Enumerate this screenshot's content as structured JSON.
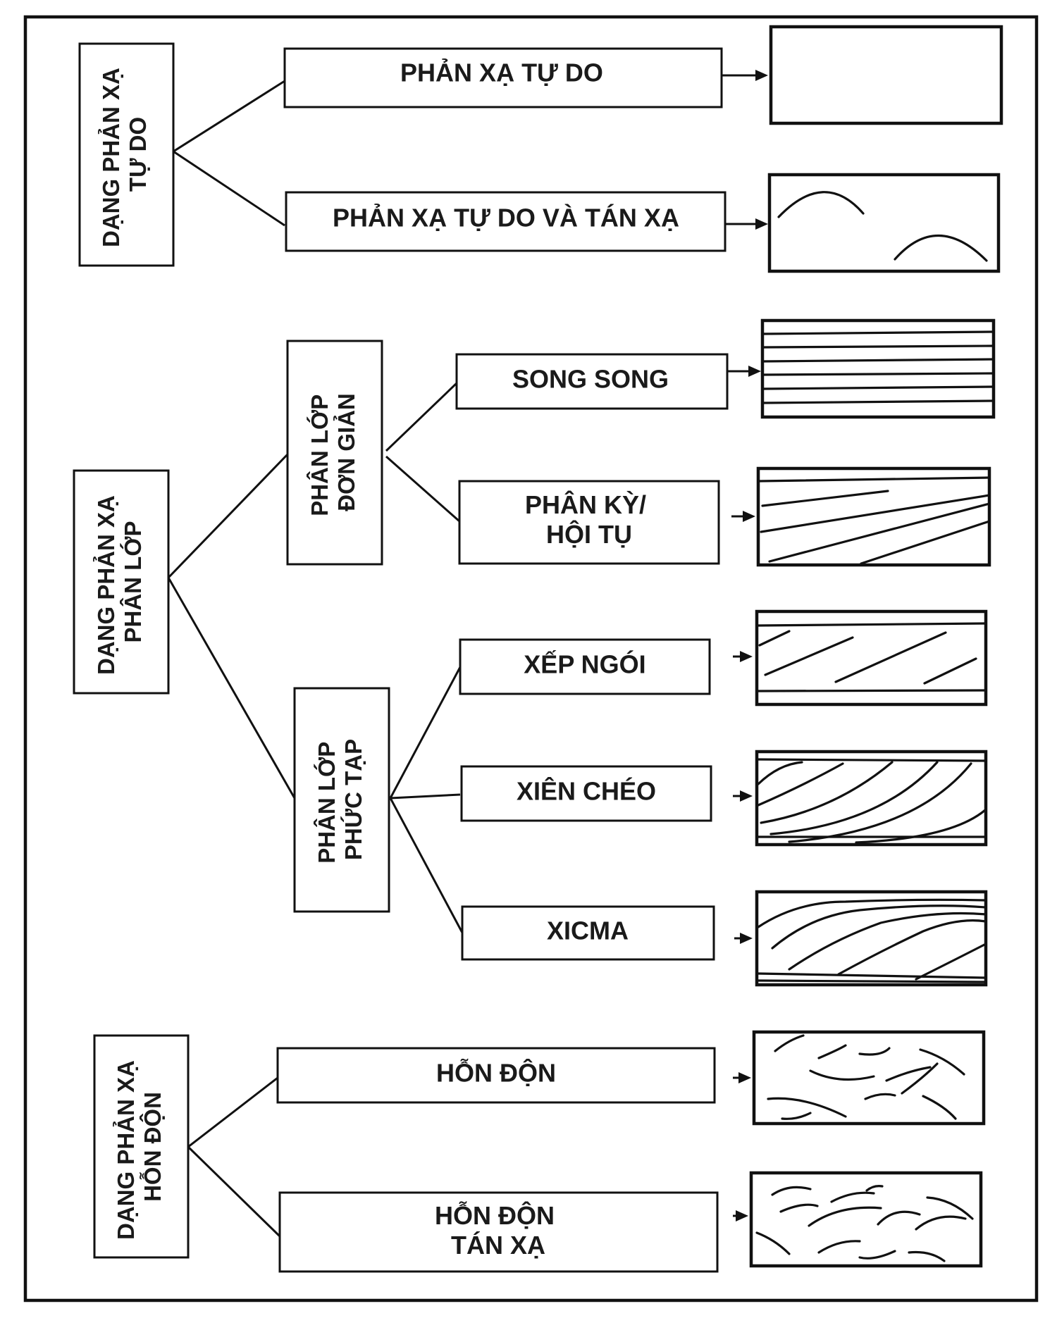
{
  "groups": {
    "free": {
      "title_lines": [
        "DẠNG PHẢN XẠ",
        "TỰ DO"
      ],
      "items": [
        "PHẢN XẠ TỰ DO",
        "PHẢN XẠ TỰ DO VÀ TÁN XẠ"
      ]
    },
    "layered": {
      "title_lines": [
        "DẠNG PHẢN XẠ",
        "PHÂN LỚP"
      ],
      "simple": {
        "title_lines": [
          "PHÂN LỚP",
          "ĐƠN GIẢN"
        ],
        "items": [
          "SONG SONG"
        ],
        "item_divergent_lines": [
          "PHÂN KỲ/",
          "HỘI TỤ"
        ]
      },
      "complex": {
        "title_lines": [
          "PHÂN LỚP",
          "PHỨC TẠP"
        ],
        "items": [
          "XẾP NGÓI",
          "XIÊN CHÉO",
          "XICMA"
        ]
      }
    },
    "chaotic": {
      "title_lines": [
        "DẠNG PHẢN XẠ",
        "HỖN ĐỘN"
      ],
      "items": [
        "HỖN ĐỘN"
      ],
      "item_scatter_lines": [
        "HỖN ĐỘN",
        "TÁN XẠ"
      ]
    }
  }
}
